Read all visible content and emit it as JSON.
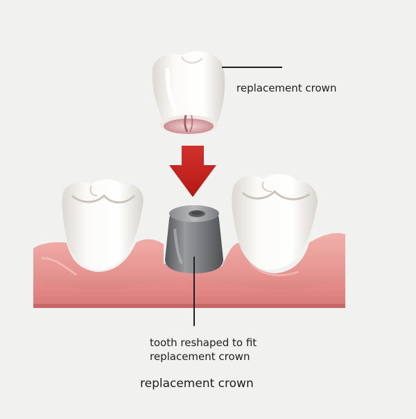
{
  "labels": {
    "crown": "replacement crown",
    "stump_line1": "tooth reshaped to fit",
    "stump_line2": "replacement crown",
    "caption": "replacement crown"
  },
  "icons": {
    "arrow": "down-arrow-icon",
    "crown": "crown-icon",
    "tooth_left": "molar-icon",
    "tooth_right": "molar-icon",
    "stump": "tooth-stump-icon",
    "gum": "gum-icon"
  },
  "colors": {
    "background": "#f1f1f0",
    "arrow": "#c9221f",
    "gum": "#e79a96",
    "gum_dark": "#c96a6a",
    "stump": "#7b7c7e",
    "tooth": "#f4f2ee",
    "crown_inner": "#c98a8d",
    "text": "#1d1d1d"
  }
}
